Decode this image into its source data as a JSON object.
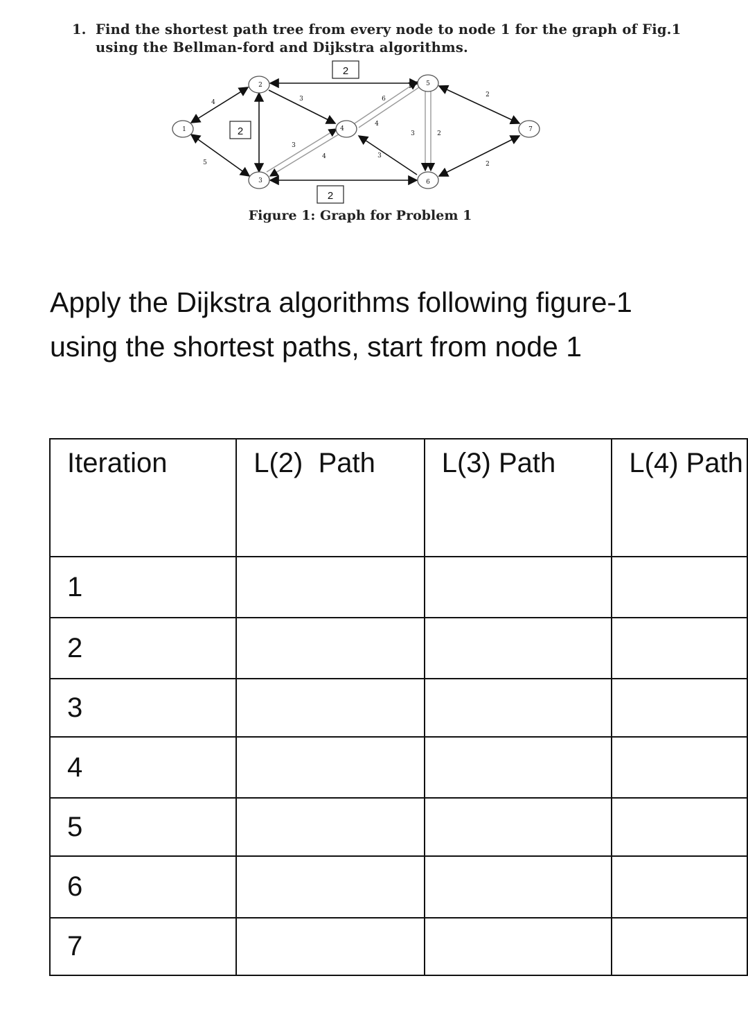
{
  "problem": {
    "number": "1.",
    "text": "Find the shortest path tree from every node to node 1 for the graph of Fig.1 using the Bellman-ford and Dijkstra algorithms."
  },
  "figure": {
    "nodes": [
      "1",
      "2",
      "3",
      "4",
      "5",
      "6",
      "7"
    ],
    "edge_weights": {
      "w12": "4",
      "w13": "5",
      "w23": "2",
      "w25": "2",
      "w24": "3",
      "w34a": "3",
      "w34b": "4",
      "w36": "2",
      "w45a": "6",
      "w45b": "4",
      "w46": "3",
      "w56a": "3",
      "w56b": "2",
      "w57": "2",
      "w67": "2"
    },
    "caption": "Figure 1: Graph for Problem 1"
  },
  "question": "Apply the Dijkstra algorithms following figure-1 using the shortest paths, start from node 1",
  "table": {
    "headers": [
      "Iteration",
      "L(2)  Path",
      "L(3) Path",
      "L(4) Path"
    ],
    "rows": [
      "1",
      "2",
      "3",
      "4",
      "5",
      "6",
      "7"
    ]
  }
}
